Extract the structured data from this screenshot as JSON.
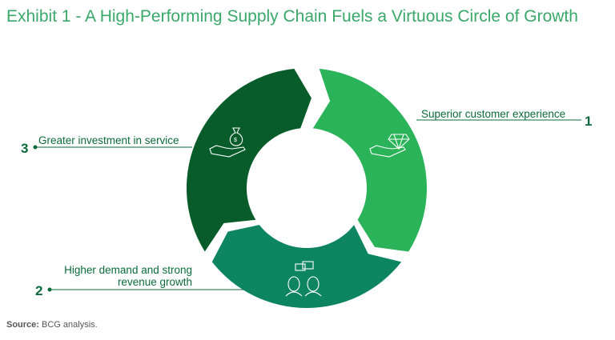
{
  "title": "Exhibit 1 - A High-Performing Supply Chain Fuels a Virtuous Circle of Growth",
  "steps": [
    {
      "number": "1",
      "label": "Superior customer experience",
      "icon": "diamond-in-hand-icon",
      "color": "#2bb35a"
    },
    {
      "number": "2",
      "label_line1": "Higher demand and strong",
      "label_line2": "revenue growth",
      "icon": "two-people-talking-icon",
      "color": "#0c8560"
    },
    {
      "number": "3",
      "label": "Greater investment in service",
      "icon": "money-bag-in-hand-icon",
      "color": "#075c2a"
    }
  ],
  "source_label": "Source:",
  "source_text": "BCG analysis."
}
